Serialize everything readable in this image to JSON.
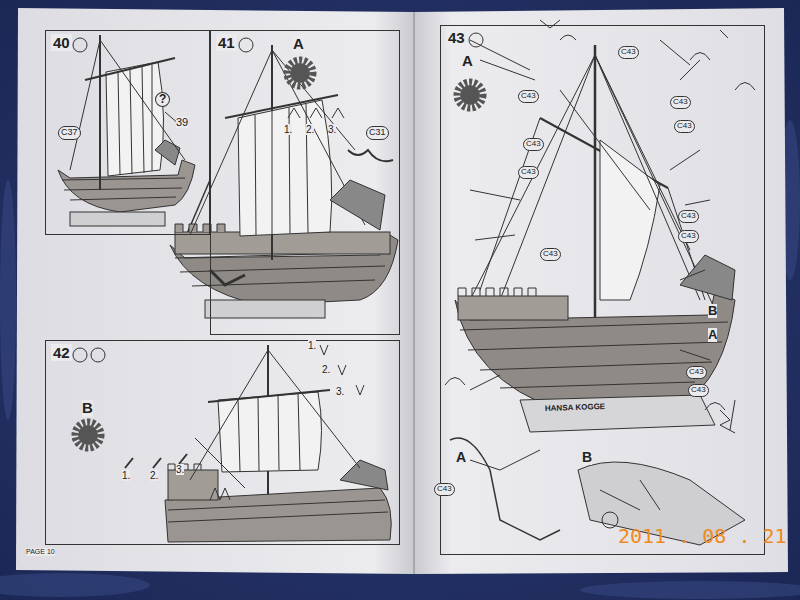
{
  "diagram": {
    "nodes": [
      {
        "text": [
          "40"
        ]
      },
      {
        "text": [
          "41"
        ]
      },
      {
        "text": [
          "42"
        ]
      },
      {
        "text": [
          "43"
        ]
      }
    ],
    "labels": [
      "?",
      "39",
      "C37",
      "A",
      "1.",
      "2.",
      "3.",
      "C31",
      "B",
      "1.",
      "2.",
      "3.",
      "1.",
      "2.",
      "3.",
      "A",
      "C43",
      "C43",
      "C43",
      "C43",
      "C43",
      "C43",
      "C43",
      "C43",
      "C43",
      "C43",
      "C43",
      "C43",
      "B",
      "A",
      "A",
      "B",
      "HANSA KOGGE",
      "PAGE 10",
      "2011 . 08 . 21"
    ]
  }
}
